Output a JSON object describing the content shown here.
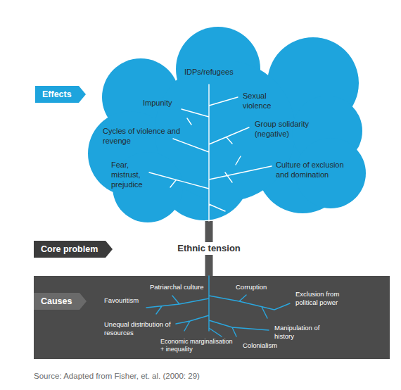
{
  "diagram": {
    "caption": "Source: Adapted from Fisher, et. al. (2000: 29)",
    "nodes": [
      {
        "text": [
          "Effects"
        ]
      },
      {
        "text": [
          "IDPs/refugees",
          "Impunity",
          "Sexual violence",
          "Cycles of violence and revenge",
          "Group solidarity (negative)",
          "Fear, mistrust, prejudice",
          "Culture of exclusion and domination"
        ]
      },
      {
        "text": [
          "Core problem"
        ]
      },
      {
        "text": [
          "Favouritism",
          "Patriarchal culture",
          "Corruption",
          "Exclusion from political power",
          "Unequal distribution of resources",
          "Manipulation of history",
          "Economic marginalisation + inequality",
          "Colonialism"
        ]
      },
      {
        "text": [
          "Causes"
        ],
        "in": 3
      }
    ],
    "edges": [
      {
        "from": 3,
        "to": 1,
        "arrow": "none",
        "label": "Ethnic tension"
      }
    ]
  }
}
